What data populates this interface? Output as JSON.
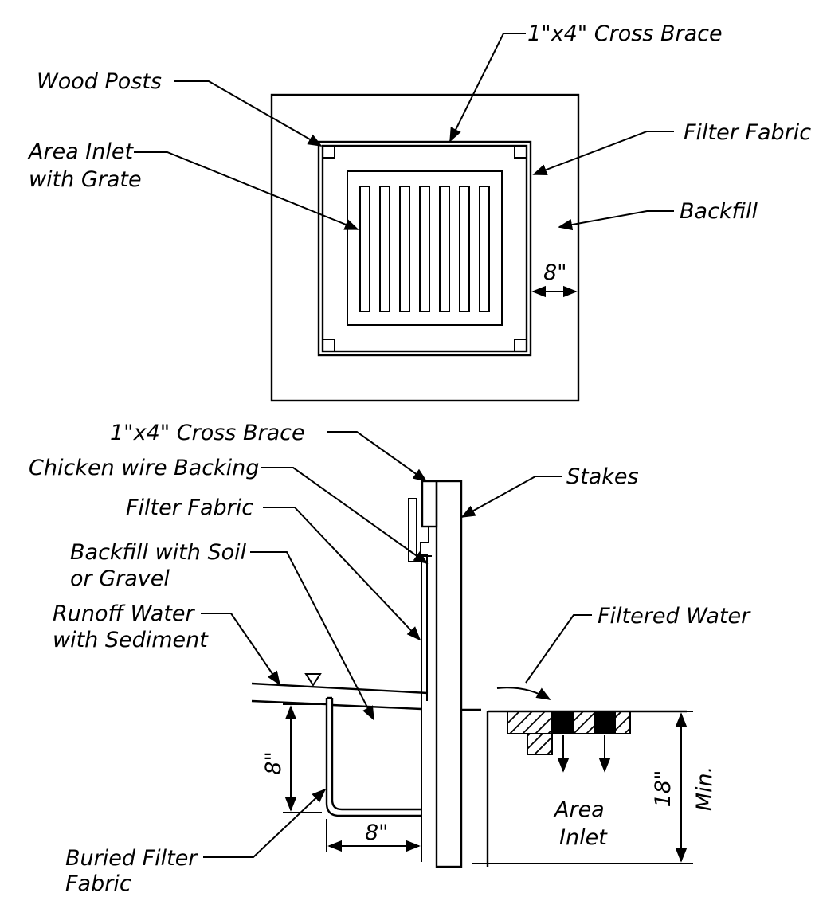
{
  "plan_view": {
    "labels": {
      "cross_brace": "1\"x4\" Cross Brace",
      "wood_posts": "Wood Posts",
      "filter_fabric": "Filter Fabric",
      "area_inlet_line1": "Area Inlet",
      "area_inlet_line2": "with Grate",
      "backfill": "Backfill",
      "dim_8in": "8\""
    }
  },
  "section_view": {
    "labels": {
      "cross_brace": "1\"x4\" Cross Brace",
      "chicken_wire": "Chicken wire Backing",
      "filter_fabric": "Filter Fabric",
      "backfill_line1": "Backfill with Soil",
      "backfill_line2": "or Gravel",
      "runoff_line1": "Runoff Water",
      "runoff_line2": "with Sediment",
      "stakes": "Stakes",
      "filtered_water": "Filtered Water",
      "buried_line1": "Buried Filter",
      "buried_line2": "Fabric",
      "dim_8in_vertical": "8\"",
      "dim_8in_horizontal": "8\"",
      "dim_18in": "18\"",
      "dim_min": "Min.",
      "area_inlet_line1": "Area",
      "area_inlet_line2": "Inlet"
    }
  }
}
